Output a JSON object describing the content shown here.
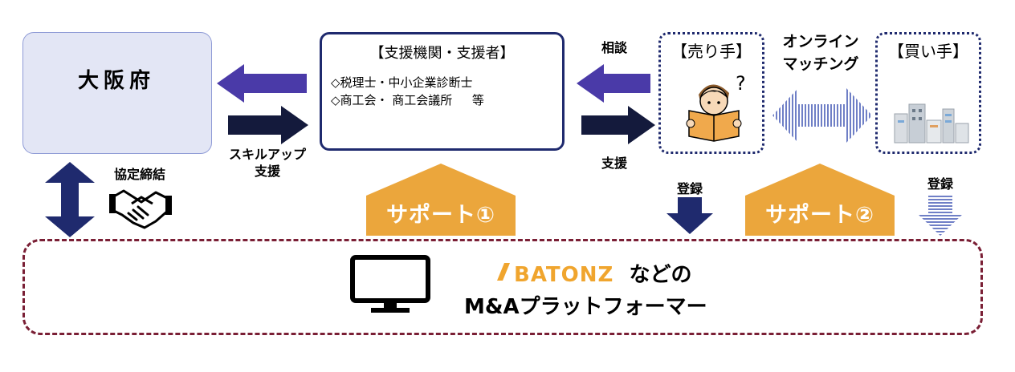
{
  "osaka": {
    "label": "大阪府"
  },
  "support_org": {
    "title": "【支援機関・支援者】",
    "items": [
      "◇税理士・中小企業診断士",
      "◇商工会・ 商工会議所　  等"
    ]
  },
  "labels": {
    "skill_up": [
      "スキルアップ",
      "支援"
    ],
    "agreement": "協定締結",
    "consult": "相談",
    "assist": "支援",
    "online": [
      "オンライン",
      "マッチング"
    ],
    "register_seller": "登録",
    "register_buyer": "登録"
  },
  "seller": {
    "title": "【売り手】"
  },
  "buyer": {
    "title": "【買い手】"
  },
  "support1": "サポート①",
  "support2": "サポート②",
  "platform": {
    "brand": "BATONZ",
    "suffix": "などの",
    "line2": "M&Aプラットフォーマー"
  },
  "colors": {
    "purple": "#4a3aa8",
    "navy": "#141a3c",
    "orange": "#eba63c",
    "maroon": "#7a1f35",
    "lightblue": "#e3e6f5"
  }
}
